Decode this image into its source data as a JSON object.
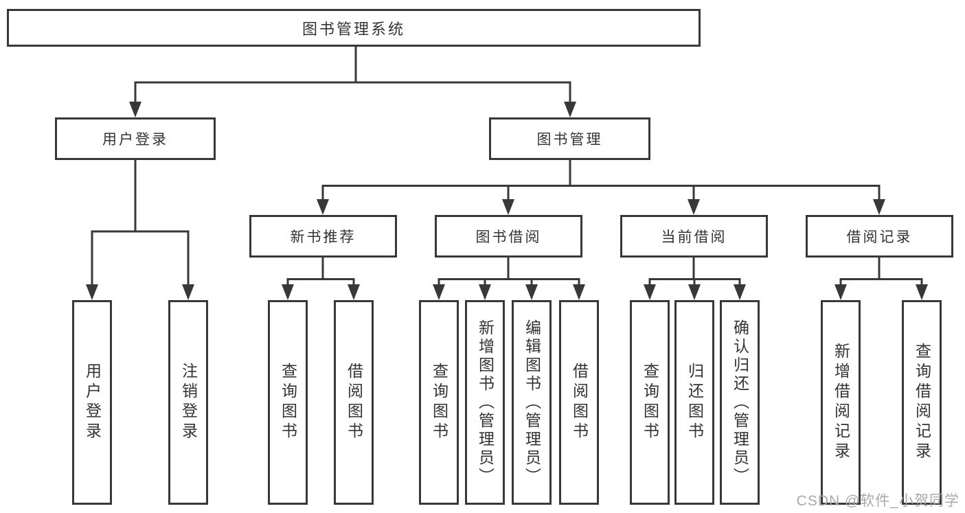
{
  "nodes": {
    "root": {
      "label": "图书管理系统"
    },
    "user_login": {
      "label": "用户登录"
    },
    "book_mgmt": {
      "label": "图书管理"
    },
    "new_book_rec": {
      "label": "新书推荐"
    },
    "book_borrow": {
      "label": "图书借阅"
    },
    "current_borrow": {
      "label": "当前借阅"
    },
    "borrow_records": {
      "label": "借阅记录"
    },
    "leaf_user_login": {
      "label": "用户登录"
    },
    "leaf_logout": {
      "label": "注销登录"
    },
    "leaf_nb_query": {
      "label": "查询图书"
    },
    "leaf_nb_borrow": {
      "label": "借阅图书"
    },
    "leaf_bb_query": {
      "label": "查询图书"
    },
    "leaf_bb_add": {
      "label": "新增图书（管理员）"
    },
    "leaf_bb_edit": {
      "label": "编辑图书（管理员）"
    },
    "leaf_bb_borrow": {
      "label": "借阅图书"
    },
    "leaf_cb_query": {
      "label": "查询图书"
    },
    "leaf_cb_return": {
      "label": "归还图书"
    },
    "leaf_cb_confirm": {
      "label": "确认归还（管理员）"
    },
    "leaf_br_add": {
      "label": "新增借阅记录"
    },
    "leaf_br_query": {
      "label": "查询借阅记录"
    }
  },
  "watermark": "CSDN @软件_小贺同学",
  "colors": {
    "line": "#383838",
    "text": "#333333",
    "watermark": "#a9a9a9",
    "background": "#ffffff"
  }
}
